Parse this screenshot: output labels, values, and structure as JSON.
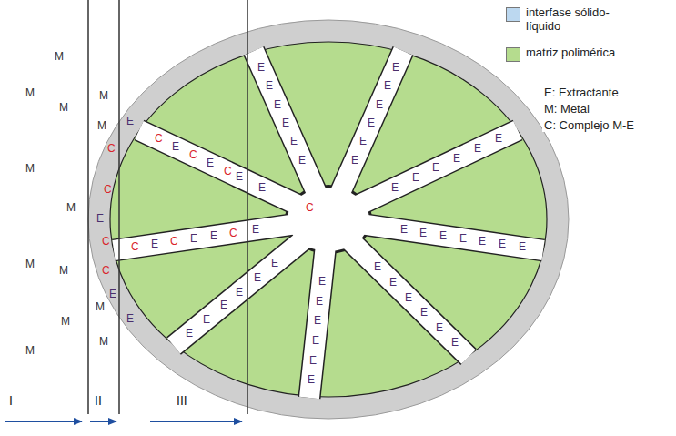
{
  "diagram": {
    "labels": [
      "M",
      "M",
      "M",
      "M",
      "M",
      "M",
      "M",
      "M",
      "M",
      "M",
      "M",
      "M",
      "M",
      "E",
      "C",
      "C",
      "E",
      "C",
      "C",
      "E",
      "E",
      "C",
      "E",
      "C",
      "E",
      "E",
      "C",
      "E",
      "C",
      "E",
      "C",
      "E",
      "C",
      "E",
      "E",
      "E",
      "E",
      "E",
      "E",
      "E",
      "E",
      "E",
      "E",
      "E",
      "E",
      "E",
      "E",
      "E",
      "E",
      "E",
      "E",
      "E",
      "E",
      "E",
      "E",
      "E",
      "E",
      "E",
      "E",
      "E",
      "E",
      "E",
      "E",
      "E",
      "E",
      "E",
      "E",
      "E",
      "E",
      "E",
      "E",
      "E",
      "E",
      "E",
      "E",
      "E",
      "E",
      "E",
      "C",
      "I",
      "II",
      "III",
      "E: Extractante",
      "M: Metal",
      "C: Complejo M-E"
    ],
    "legend": [
      {
        "text": "interfase sólido-líquido",
        "color": "#bcd8f0"
      },
      {
        "text": "matriz polimérica",
        "color": "#b5dc8e"
      }
    ]
  }
}
